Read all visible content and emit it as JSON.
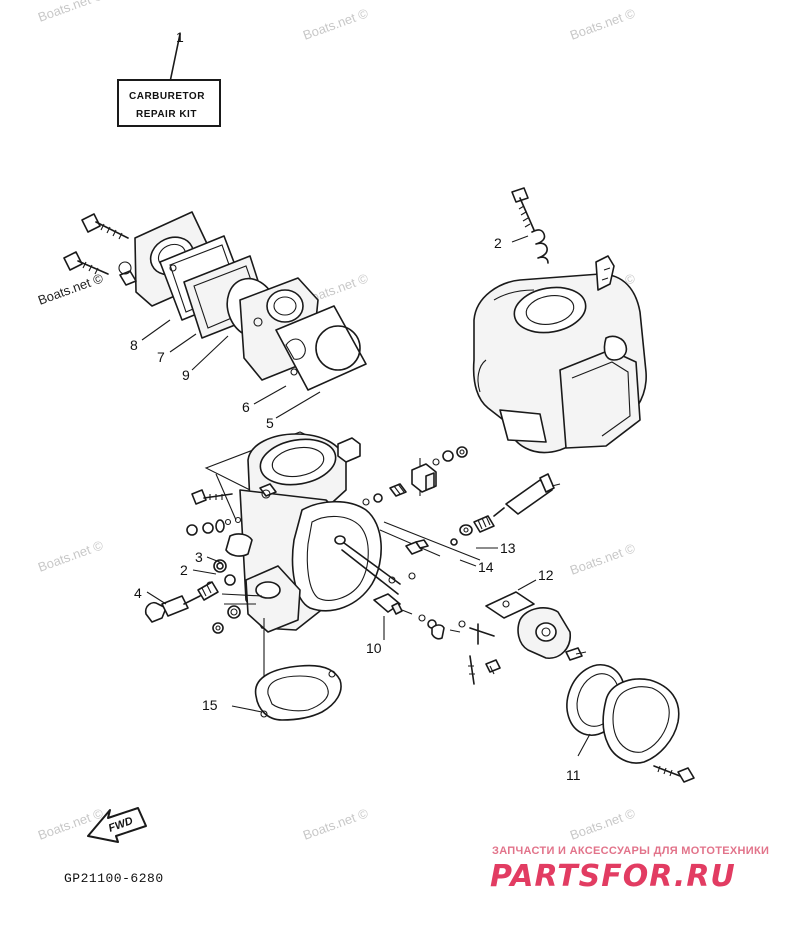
{
  "repair_kit": {
    "line1": "CARBURETOR",
    "line2": "REPAIR KIT"
  },
  "callouts": {
    "c1": "1",
    "c2a": "2",
    "c2b": "2",
    "c3": "3",
    "c4": "4",
    "c5": "5",
    "c6": "6",
    "c7": "7",
    "c8": "8",
    "c9": "9",
    "c10": "10",
    "c11": "11",
    "c12": "12",
    "c13": "13",
    "c14": "14",
    "c15": "15"
  },
  "direction_label": "FWD",
  "diagram_code": "GP21100-6280",
  "watermark": "Boats.net ©",
  "brand": {
    "tagline": "ЗАПЧАСТИ И АКСЕССУАРЫ ДЛЯ МОТОТЕХНИКИ",
    "name": "PARTSFOR.RU"
  },
  "colors": {
    "brand": "#e23c62",
    "line": "#1a1a1a",
    "watermark": "#c8c8c8"
  }
}
